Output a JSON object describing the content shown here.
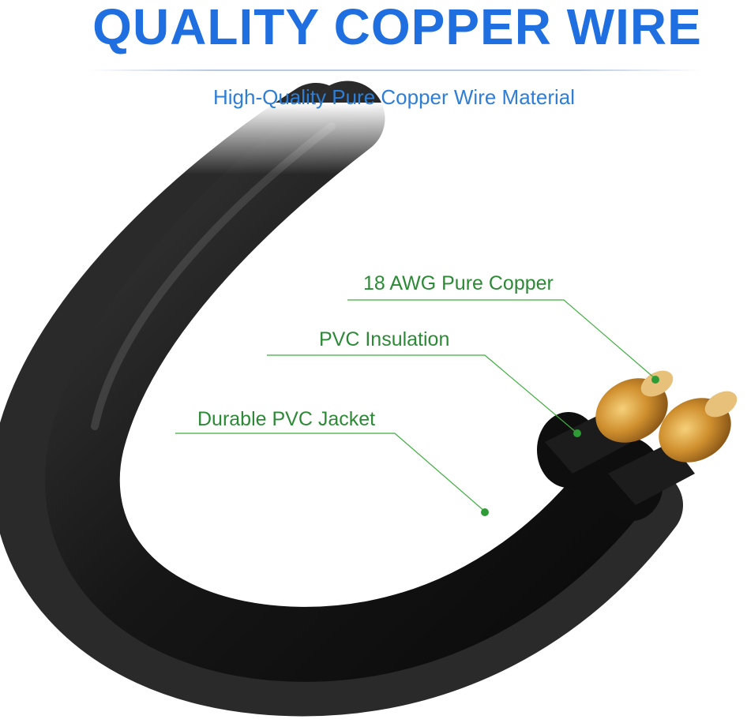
{
  "header": {
    "title": "QUALITY COPPER WIRE",
    "subtitle": "High-Quality Pure Copper Wire Material"
  },
  "callouts": [
    {
      "label": "18 AWG Pure Copper"
    },
    {
      "label": "PVC Insulation"
    },
    {
      "label": "Durable PVC Jacket"
    }
  ],
  "colors": {
    "title": "#1f6fe0",
    "subtitle": "#2e7ed6",
    "callout_text": "#2c8a36",
    "callout_line": "#3fae3f",
    "jacket": "#1b1b1b",
    "copper": "#c98a2a"
  }
}
